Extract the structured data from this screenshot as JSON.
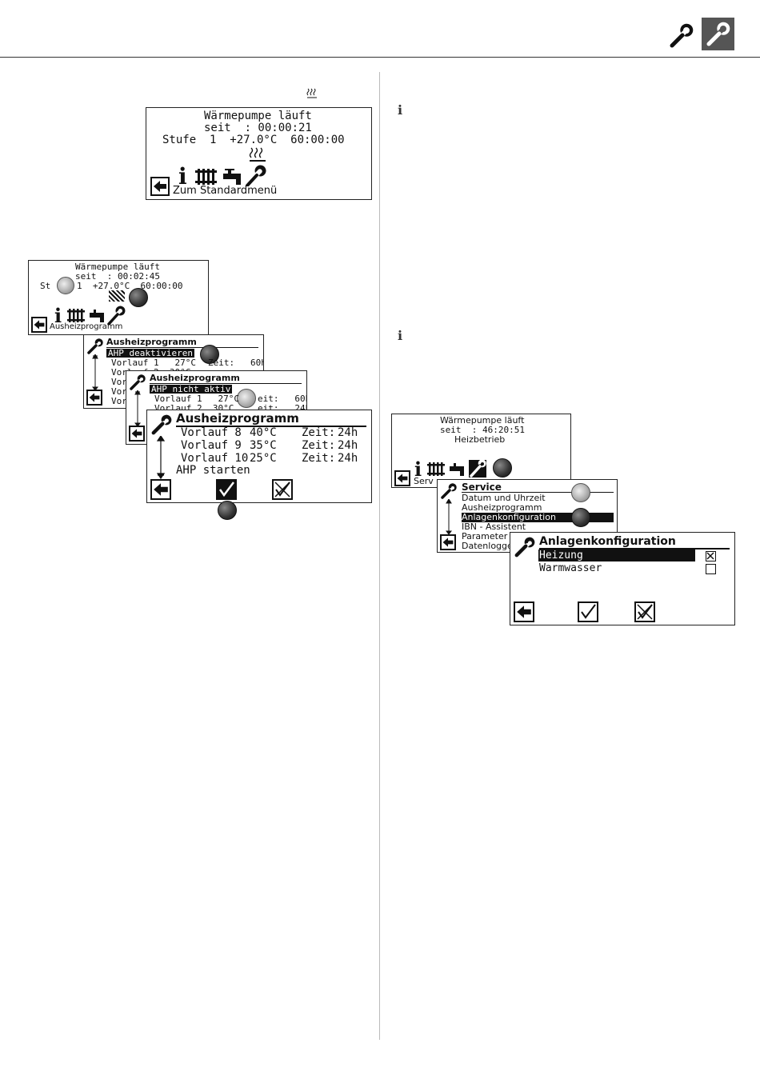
{
  "screen_a": {
    "l1": "Wärmepumpe läuft",
    "l2": "seit  : 00:00:21",
    "l3": "Stufe  1  +27.0°C  60:00:00",
    "back": "Zum Standardmenü"
  },
  "screen_b": {
    "l1": "Wärmepumpe läuft",
    "l2": "seit  : 00:02:45",
    "l3a": "St",
    "l3b": "1  +27.0°C  60:00:00",
    "back": "Ausheizprogramm"
  },
  "screen_c": {
    "title": "Ausheizprogramm",
    "sel": "AHP deaktivieren",
    "r1a": "Vorlauf 1   27°C",
    "r1b": "Zeit:   60h",
    "r2": "Vorlauf 2  30°C",
    "r3": "Vor",
    "r4": "Vor",
    "r5": "Vor"
  },
  "screen_d": {
    "title": "Ausheizprogramm",
    "sel": "AHP nicht aktiv",
    "r1a": "Vorlauf 1   27°C",
    "r1b": "eit:   60h",
    "r2": "Vorlauf 2  30°C",
    "r2b": "eit:   24h"
  },
  "screen_e": {
    "title": "Ausheizprogramm",
    "rows": [
      {
        "a": "Vorlauf 8",
        "b": "40°C",
        "c": "Zeit:",
        "d": "24h"
      },
      {
        "a": "Vorlauf 9",
        "b": "35°C",
        "c": "Zeit:",
        "d": "24h"
      },
      {
        "a": "Vorlauf 10",
        "b": "25°C",
        "c": "Zeit:",
        "d": "24h"
      }
    ],
    "start": "AHP starten"
  },
  "screen_f": {
    "l1": "Wärmepumpe läuft",
    "l2": "seit  : 46:20:51",
    "l3": "Heizbetrieb",
    "back": "Serv"
  },
  "screen_g": {
    "title": "Service",
    "items": [
      "Datum und Uhrzeit",
      "Ausheizprogramm",
      "Anlagenkonfiguration",
      "IBN - Assistent",
      "Parameter",
      "Datenlogge"
    ]
  },
  "screen_h": {
    "title": "Anlagenkonfiguration",
    "items": [
      "Heizung",
      "Warmwasser"
    ]
  },
  "icons": {
    "header_left": "wrench-icon",
    "header_right": "wrench-box-icon",
    "heat": "heating-waves-icon",
    "info": "info-icon"
  },
  "colors": {
    "ink": "#111111",
    "header_box": "#555555",
    "divider": "#bbbbbb"
  }
}
